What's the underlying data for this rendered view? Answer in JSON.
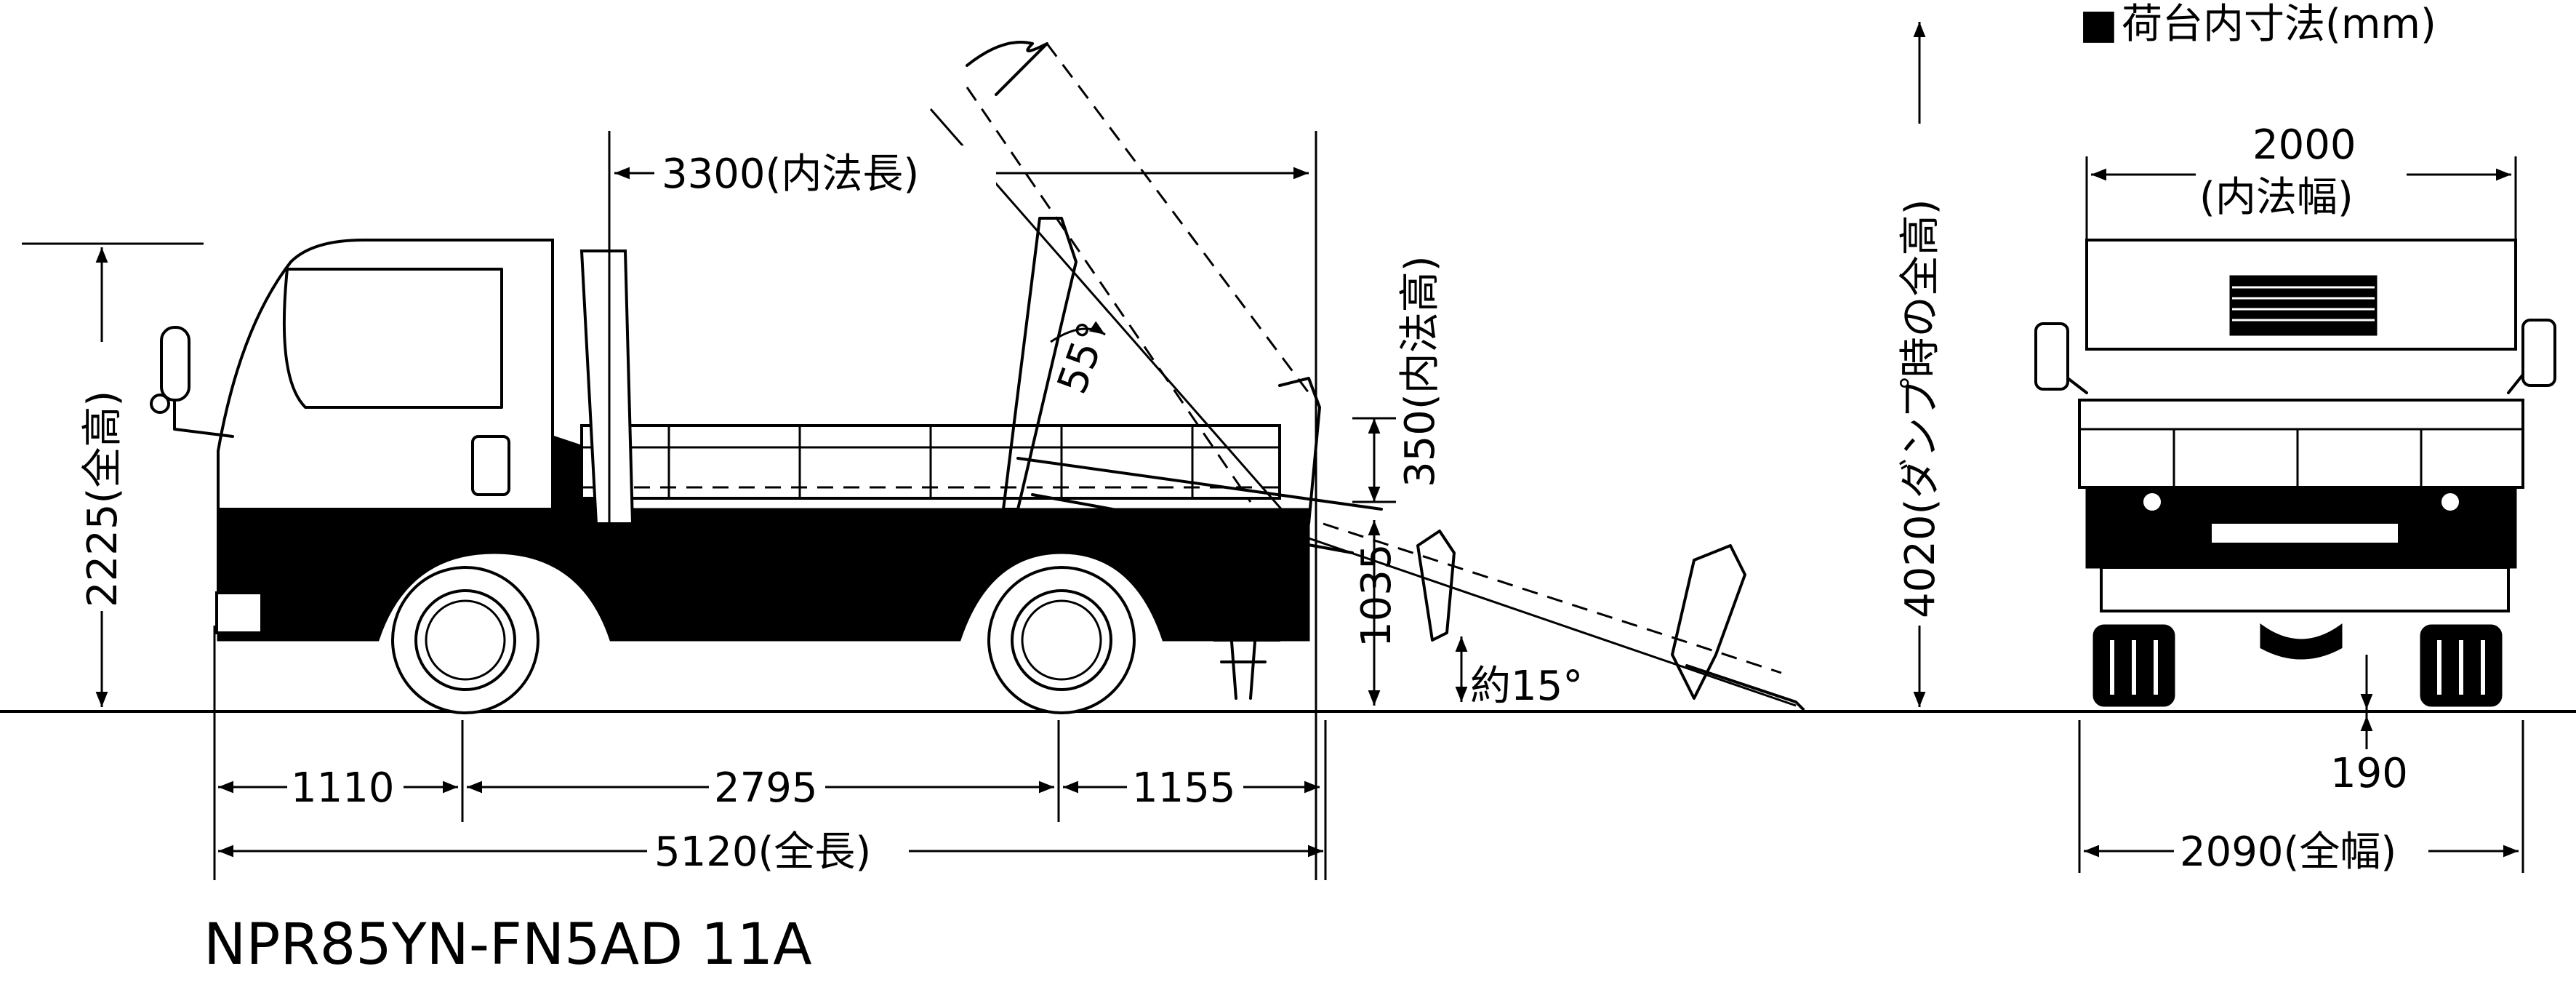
{
  "legend": {
    "marker": "■",
    "text": "荷台内寸法(mm)"
  },
  "model": "NPR85YN-FN5AD 11A",
  "side_view": {
    "inner_length": "3300(内法長)",
    "total_height": "2225(全高)",
    "inner_height": "350(内法高)",
    "rear_height": "1035",
    "dump_height": "4020(ダンプ時の全高)",
    "tilt_angle": "55°",
    "tail_angle": "約15°",
    "front_overhang": "1110",
    "wheelbase": "2795",
    "rear_overhang": "1155",
    "total_length": "5120(全長)"
  },
  "rear_view": {
    "inner_width_value": "2000",
    "inner_width_label": "(内法幅)",
    "ground_clearance": "190",
    "total_width": "2090(全幅)"
  }
}
